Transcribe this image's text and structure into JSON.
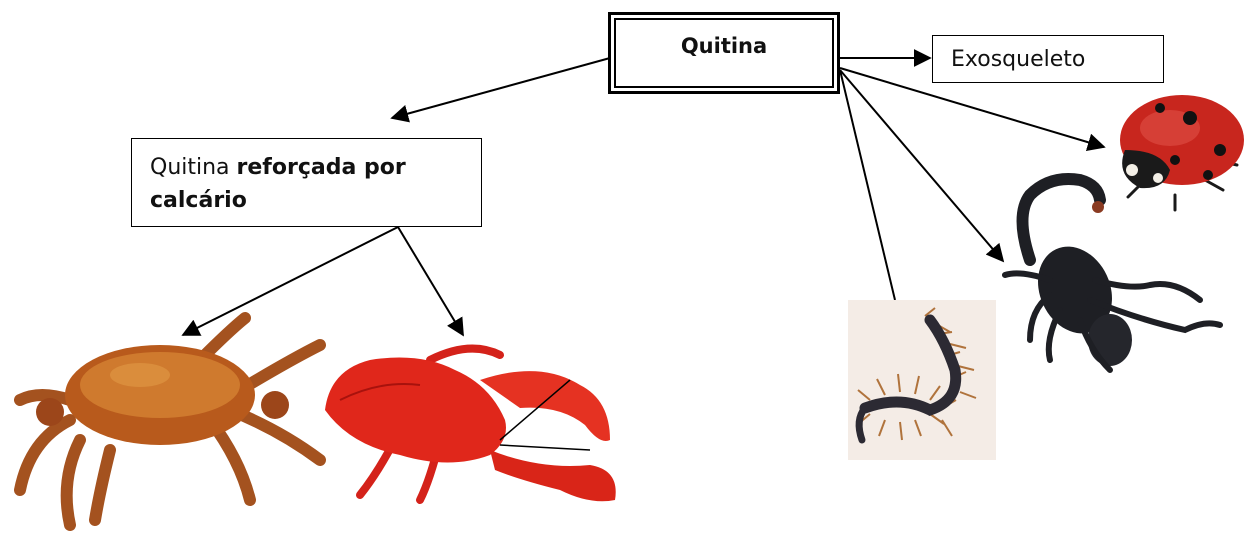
{
  "nodes": {
    "root": {
      "label": "Quitina"
    },
    "exoskeleton": {
      "label": "Exosqueleto"
    },
    "calcified": {
      "prefix": "Quitina ",
      "bold": "reforçada por calcário"
    }
  },
  "pictures": [
    "crab",
    "lobster",
    "centipede",
    "scorpion",
    "ladybug"
  ],
  "colors": {
    "crab": "#b85a1c",
    "lobster": "#e0271b",
    "centipede": "#2c2a33",
    "scorpion": "#1e1f24",
    "ladybug": "#c8261e",
    "line": "#000000"
  }
}
